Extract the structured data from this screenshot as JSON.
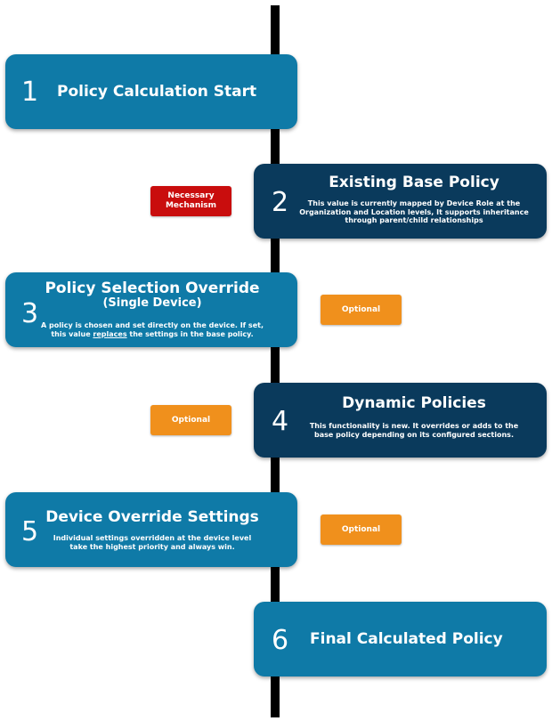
{
  "steps": [
    {
      "number": "1",
      "title": "Policy Calculation Start",
      "subtitle": "",
      "description": ""
    },
    {
      "number": "2",
      "title": "Existing Base Policy",
      "subtitle": "",
      "description": "This value is currently mapped by Device Role at the Organization and Location levels, It  supports inheritance through parent/child relationships"
    },
    {
      "number": "3",
      "title": "Policy Selection Override",
      "subtitle": "(Single Device)",
      "description_before": "A policy is chosen and set directly on the device. If set, this value ",
      "description_emphasis": "replaces",
      "description_after": " the settings in the base policy."
    },
    {
      "number": "4",
      "title": "Dynamic Policies",
      "subtitle": "",
      "description": "This functionality is new. It overrides or adds to the base policy depending on its configured sections."
    },
    {
      "number": "5",
      "title": "Device Override Settings",
      "subtitle": "",
      "description": "Individual settings overridden at the device level take the highest priority and always win."
    },
    {
      "number": "6",
      "title": "Final Calculated Policy",
      "subtitle": "",
      "description": ""
    }
  ],
  "badges": {
    "step2": "Necessary Mechanism",
    "step3": "Optional",
    "step4": "Optional",
    "step5": "Optional"
  },
  "colors": {
    "teal": "#0f7aa7",
    "navy": "#0a3a5c",
    "spine": "#000000",
    "necessary": "#c90d0d",
    "optional": "#f0901c"
  }
}
